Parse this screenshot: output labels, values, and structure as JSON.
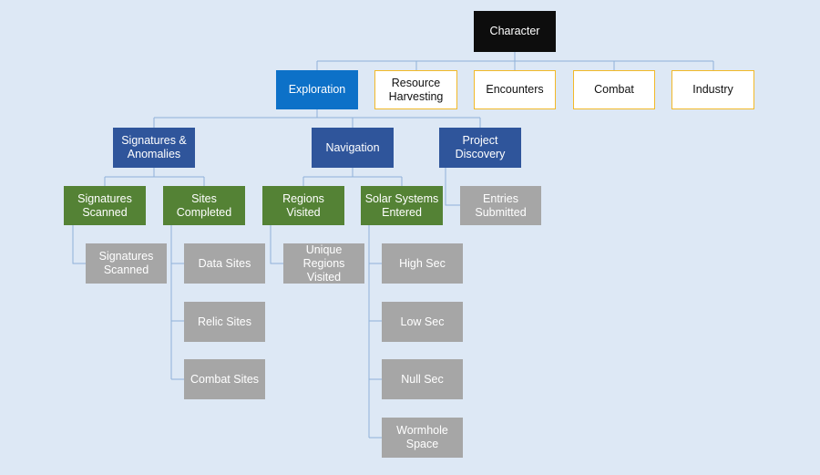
{
  "diagram": {
    "root": {
      "label": "Character"
    },
    "level1": [
      {
        "label": "Exploration"
      },
      {
        "label": "Resource\nHarvesting"
      },
      {
        "label": "Encounters"
      },
      {
        "label": "Combat"
      },
      {
        "label": "Industry"
      }
    ],
    "exploration": [
      {
        "label": "Signatures &\nAnomalies"
      },
      {
        "label": "Navigation"
      },
      {
        "label": "Project\nDiscovery"
      }
    ],
    "signatures_anomalies": [
      {
        "label": "Signatures\nScanned"
      },
      {
        "label": "Sites\nCompleted"
      }
    ],
    "navigation": [
      {
        "label": "Regions Visited"
      },
      {
        "label": "Solar Systems\nEntered"
      }
    ],
    "project_discovery": [
      {
        "label": "Entries\nSubmitted"
      }
    ],
    "signatures_scanned": [
      {
        "label": "Signatures\nScanned"
      }
    ],
    "sites_completed": [
      {
        "label": "Data Sites"
      },
      {
        "label": "Relic Sites"
      },
      {
        "label": "Combat Sites"
      }
    ],
    "regions_visited": [
      {
        "label": "Unique Regions\nVisited"
      }
    ],
    "solar_systems_entered": [
      {
        "label": "High Sec"
      },
      {
        "label": "Low Sec"
      },
      {
        "label": "Null Sec"
      },
      {
        "label": "Wormhole\nSpace"
      }
    ]
  },
  "colors": {
    "background": "#dde8f5",
    "connector": "#8fb1d9",
    "root": "#0d0d0d",
    "selected": "#0d71c8",
    "level1_border": "#f2b928",
    "category": "#2f559b",
    "subcategory": "#548235",
    "leaf": "#a6a6a6"
  }
}
